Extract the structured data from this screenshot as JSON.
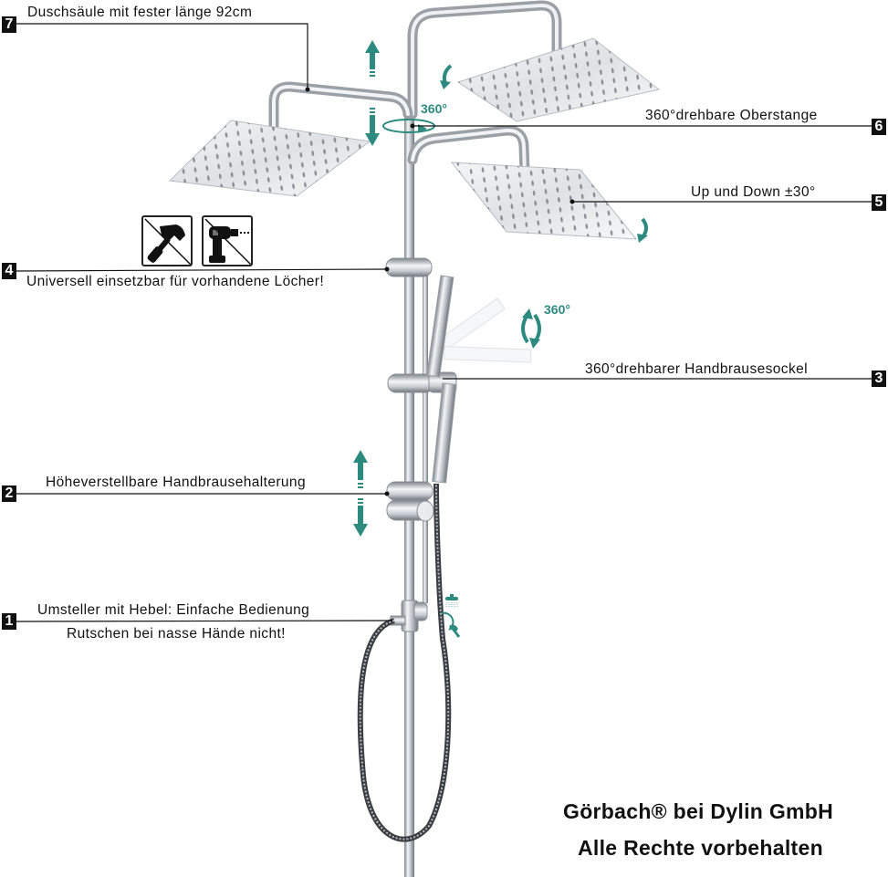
{
  "colors": {
    "accent_teal": "#2c8a7f",
    "text": "#111111",
    "badge_bg": "#111111",
    "chrome_dark": "#8a8f94",
    "chrome_light": "#eef0f2"
  },
  "callouts": [
    {
      "number": "7",
      "text": "Duschsäule mit fester länge 92cm"
    },
    {
      "number": "6",
      "text": "360°drehbare Oberstange"
    },
    {
      "number": "5",
      "text": "Up und Down ±30°"
    },
    {
      "number": "4",
      "text": "Universell einsetzbar für vorhandene Löcher!"
    },
    {
      "number": "3",
      "text": "360°drehbarer Handbrausesockel"
    },
    {
      "number": "2",
      "text": "Höheverstellbare Handbrausehalterung"
    },
    {
      "number": "1",
      "text": "Umsteller mit Hebel: Einfache Bedienung",
      "subtext": "Rutschen bei nasse Hände nicht!"
    }
  ],
  "annotations": {
    "rotation_top": "360°",
    "rotation_hand": "360°"
  },
  "icons": {
    "no_hammer": "no-hammer-icon",
    "no_drill": "no-drill-icon"
  },
  "footer": {
    "line1": "Görbach® bei Dylin GmbH",
    "line2": "Alle Rechte vorbehalten"
  }
}
